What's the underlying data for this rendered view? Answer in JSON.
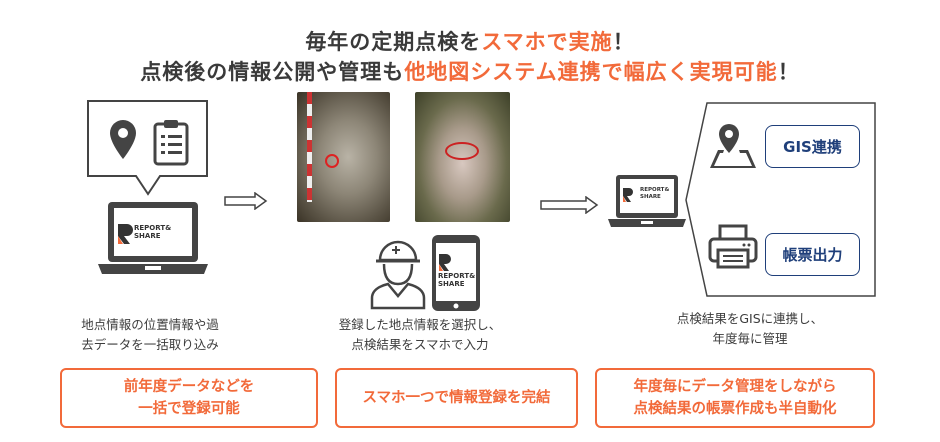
{
  "title": {
    "line1_a": "毎年の定期点検を",
    "line1_b": "スマホで実施",
    "line1_c": "！",
    "line2_a": "点検後の情報公開や管理も",
    "line2_b": "他地図システム連携で幅広く実現可能",
    "line2_c": "！"
  },
  "brand": {
    "line1": "REPORT&",
    "line2": "SHARE"
  },
  "step1": {
    "caption1": "地点情報の位置情報や過",
    "caption2": "去データを一括取り込み",
    "box1": "前年度データなどを",
    "box2": "一括で登録可能"
  },
  "step2": {
    "caption1": "登録した地点情報を選択し、",
    "caption2": "点検結果をスマホで入力",
    "box1": "スマホ一つで情報登録を完結"
  },
  "step3": {
    "gis": "GIS連携",
    "report": "帳票出力",
    "caption1": "点検結果をGISに連携し、",
    "caption2": "年度毎に管理",
    "box1": "年度毎にデータ管理をしながら",
    "box2": "点検結果の帳票作成も半自動化"
  },
  "colors": {
    "orange": "#f26a3a",
    "navy": "#1f3f7a",
    "gray": "#3c3c3c"
  }
}
